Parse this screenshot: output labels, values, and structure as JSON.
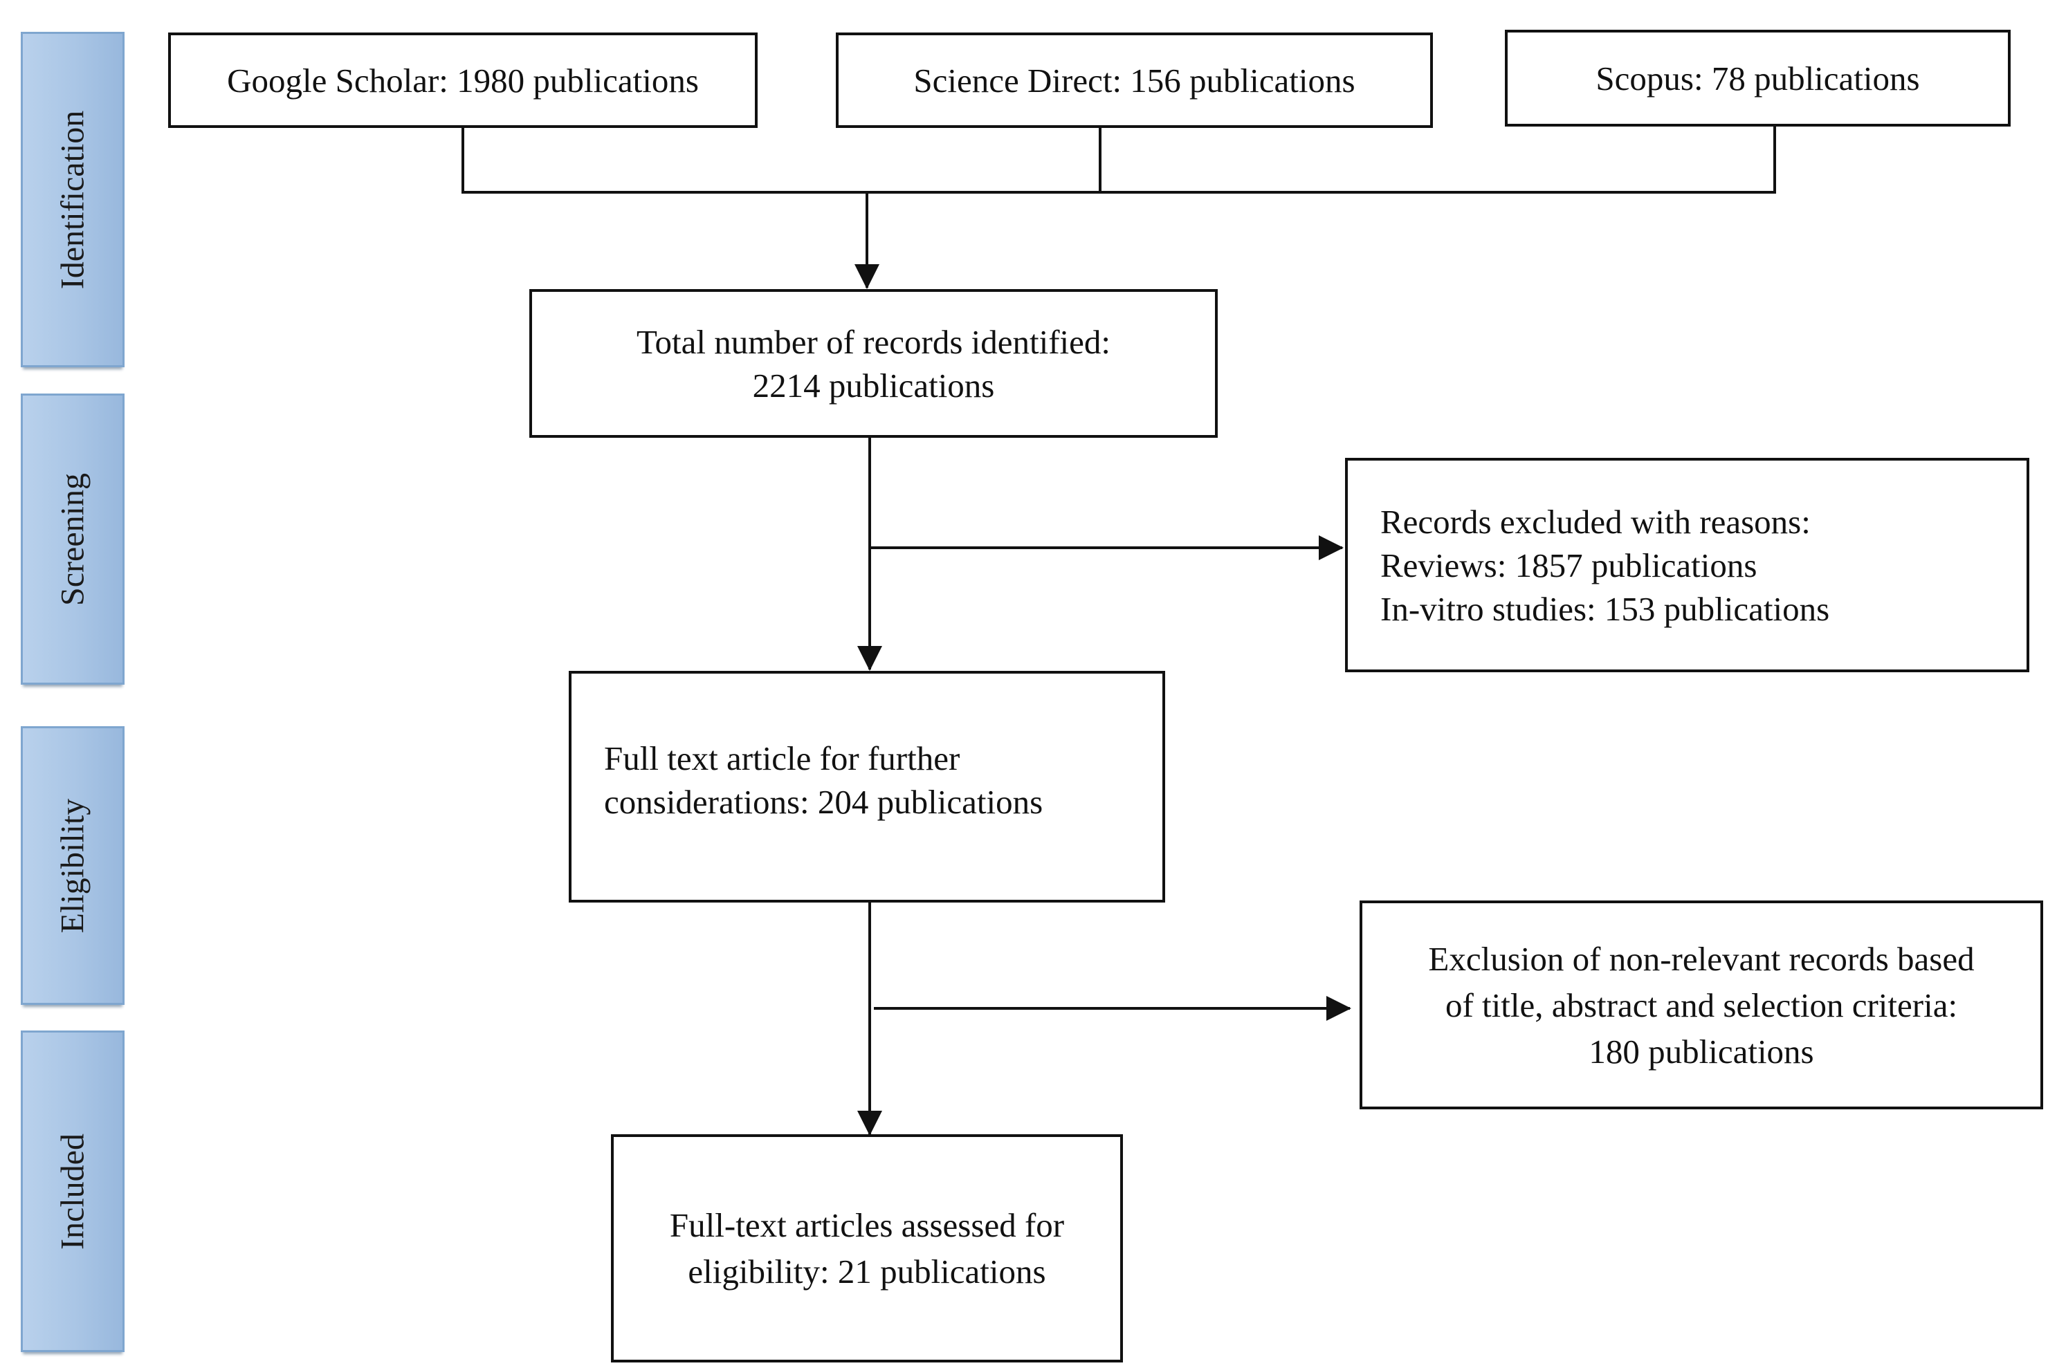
{
  "stages": [
    {
      "id": "identification",
      "label": "Identification"
    },
    {
      "id": "screening",
      "label": "Screening"
    },
    {
      "id": "eligibility",
      "label": "Eligibility"
    },
    {
      "id": "included",
      "label": "Included"
    }
  ],
  "sources": {
    "google_scholar": "Google Scholar: 1980 publications",
    "science_direct": "Science Direct: 156 publications",
    "scopus": "Scopus: 78 publications"
  },
  "total_records": {
    "lines": [
      "Total number of records identified:",
      "2214 publications"
    ]
  },
  "records_excluded": {
    "lines": [
      "Records excluded with reasons:",
      "Reviews: 1857 publications",
      "In-vitro studies: 153 publications"
    ]
  },
  "full_text_further": {
    "lines": [
      "Full text article for further",
      "considerations: 204 publications"
    ]
  },
  "non_relevant_exclusion": {
    "lines": [
      "Exclusion of non-relevant records based",
      "of title, abstract and selection criteria:",
      "180 publications"
    ]
  },
  "full_text_assessed": {
    "lines": [
      "Full-text articles assessed for",
      "eligibility: 21 publications"
    ]
  },
  "colors": {
    "stage_fill": "#a9c5e5",
    "stage_border": "#7fa6cf",
    "box_border": "#111111",
    "arrow": "#111111"
  }
}
